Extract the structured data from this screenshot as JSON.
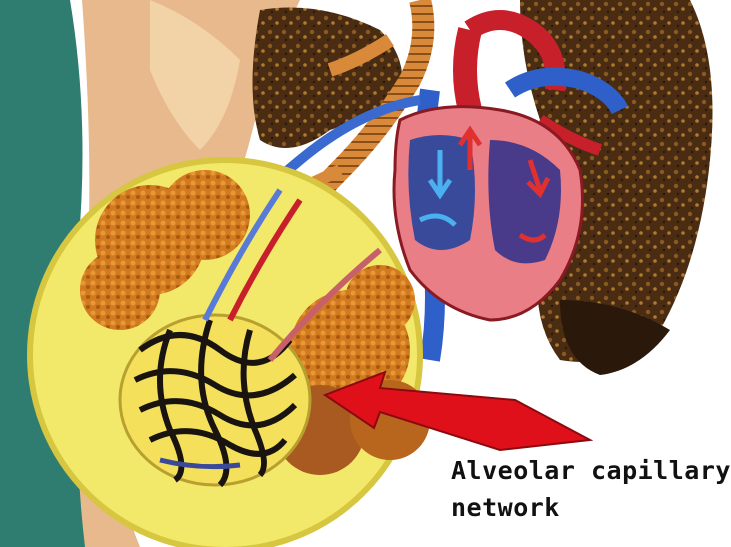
{
  "annotation": {
    "line1": "Alveolar capillary",
    "line2": "network"
  },
  "colors": {
    "background": "#ffffff",
    "teal_panel": "#3a8f82",
    "skin": "#e8b98c",
    "lung": "#3a2410",
    "heart_red": "#c8202a",
    "vessel_blue": "#2f5fc8",
    "magnifier_yellow": "#f2e86a",
    "alveoli_orange": "#d27a1e",
    "capillary_dark": "#1a1410",
    "arrow_red": "#e0101a"
  },
  "icons": [
    "heart",
    "lungs",
    "alveoli",
    "capillaries",
    "pointer-arrow"
  ]
}
